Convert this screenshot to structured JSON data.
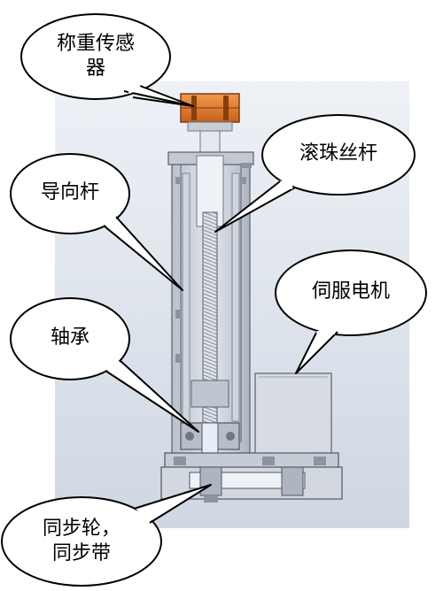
{
  "diagram": {
    "labels": {
      "load_cell": "称重传感器",
      "load_cell_line1": "称重传感",
      "load_cell_line2": "器",
      "guide_rod": "导向杆",
      "ball_screw": "滚珠丝杆",
      "servo_motor": "伺服电机",
      "bearing": "轴承",
      "pulley_belt": "同步轮，同步带",
      "pulley_belt_line1": "同步轮，",
      "pulley_belt_line2": "同步带"
    },
    "colors": {
      "background_panel": "#dbe2ec",
      "housing": "#c6ccd6",
      "housing_dark": "#8c94a0",
      "shaft": "#e8ecf4",
      "screw_thread": "#a8b0bc",
      "sensor": "#e0782a",
      "sensor_dark": "#8a3e0c",
      "motor": "#d4d8df",
      "callout_fill": "#ffffff",
      "callout_stroke": "#000000"
    }
  }
}
